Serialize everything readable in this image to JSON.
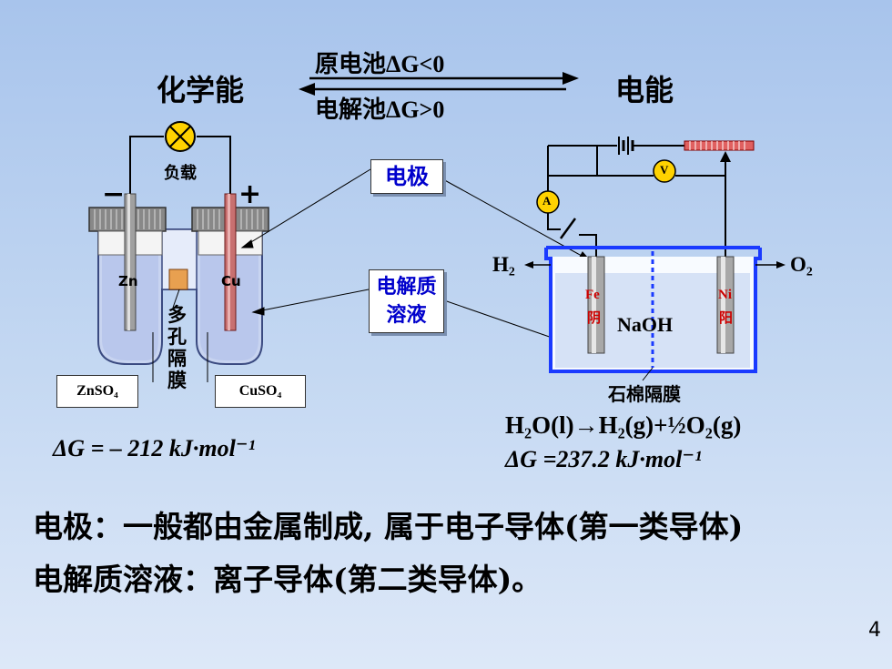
{
  "header": {
    "left": "化学能",
    "right": "电能",
    "top_arrow": "原电池ΔG<0",
    "bottom_arrow": "电解池ΔG>0"
  },
  "galvanic": {
    "load_label": "负载",
    "minus": "−",
    "plus": "+",
    "zn": "Zn",
    "cu": "Cu",
    "membrane": [
      "多",
      "孔",
      "隔",
      "膜"
    ],
    "zn_solution": "ZnSO₄",
    "cu_solution": "CuSO₄",
    "delta_g": "ΔG = – 212 kJ·mol⁻¹"
  },
  "callouts": {
    "electrode": "电极",
    "electrolyte_line1": "电解质",
    "electrolyte_line2": "溶液"
  },
  "electrolytic": {
    "ammeter": "A",
    "voltmeter": "V",
    "h2": "H₂",
    "o2": "O₂",
    "fe": "Fe",
    "cathode": "阴",
    "ni": "Ni",
    "anode": "阳",
    "naoh": "NaOH",
    "membrane": "石棉隔膜",
    "reaction": "H₂O(l)→H₂(g)+½O₂(g)",
    "delta_g": "ΔG =237.2 kJ·mol⁻¹"
  },
  "body_text": {
    "line1": "电极：一般都由金属制成, 属于电子导体(第一类导体)",
    "line2": "电解质溶液：离子导体(第二类导体)。"
  },
  "page_number": "4",
  "colors": {
    "title_blue": "#0000cc",
    "solution": "#c8d4f0",
    "electrode_red": "#cc0000"
  }
}
